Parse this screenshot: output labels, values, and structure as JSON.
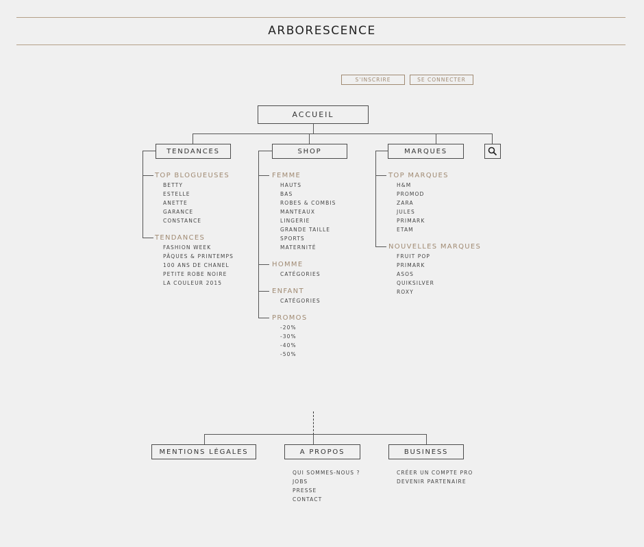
{
  "page": {
    "title": "ARBORESCENCE"
  },
  "auth": {
    "signup": "S'INSCRIRE",
    "login": "SE CONNECTER"
  },
  "root": {
    "label": "ACCUEIL"
  },
  "nav": {
    "tendances": {
      "label": "TENDANCES",
      "groups": [
        {
          "label": "TOP BLOGUEUSES",
          "items": [
            "BETTY",
            "ESTELLE",
            "ANETTE",
            "GARANCE",
            "CONSTANCE"
          ]
        },
        {
          "label": "TENDANCES",
          "items": [
            "FASHION WEEK",
            "PÂQUES & PRINTEMPS",
            "100 ANS DE CHANEL",
            "PETITE ROBE NOIRE",
            "LA COULEUR 2015"
          ]
        }
      ]
    },
    "shop": {
      "label": "SHOP",
      "groups": [
        {
          "label": "FEMME",
          "items": [
            "HAUTS",
            "BAS",
            "ROBES & COMBIS",
            "MANTEAUX",
            "LINGERIE",
            "GRANDE TAILLE",
            "SPORTS",
            "MATERNITÉ"
          ]
        },
        {
          "label": "HOMME",
          "items": [
            "CATÉGORIES"
          ]
        },
        {
          "label": "ENFANT",
          "items": [
            "CATÉGORIES"
          ]
        },
        {
          "label": "PROMOS",
          "items": [
            "-20%",
            "-30%",
            "-40%",
            "-50%"
          ]
        }
      ]
    },
    "marques": {
      "label": "MARQUES",
      "groups": [
        {
          "label": "TOP MARQUES",
          "items": [
            "H&M",
            "PROMOD",
            "ZARA",
            "JULES",
            "PRIMARK",
            "ETAM"
          ]
        },
        {
          "label": "NOUVELLES MARQUES",
          "items": [
            "FRUIT POP",
            "PRIMARK",
            "ASOS",
            "QUIKSILVER",
            "ROXY"
          ]
        }
      ]
    },
    "search": {
      "icon": "search-icon"
    }
  },
  "footer": {
    "mentions": {
      "label": "MENTIONS LÉGALES"
    },
    "apropos": {
      "label": "A PROPOS",
      "items": [
        "QUI SOMMES-NOUS ?",
        "JOBS",
        "PRESSE",
        "CONTACT"
      ]
    },
    "business": {
      "label": "BUSINESS",
      "items": [
        "CRÉER UN COMPTE PRO",
        "DEVENIR PARTENAIRE"
      ]
    }
  },
  "colors": {
    "accent": "#a08a72",
    "rule": "#b39f87",
    "line": "#555555"
  }
}
